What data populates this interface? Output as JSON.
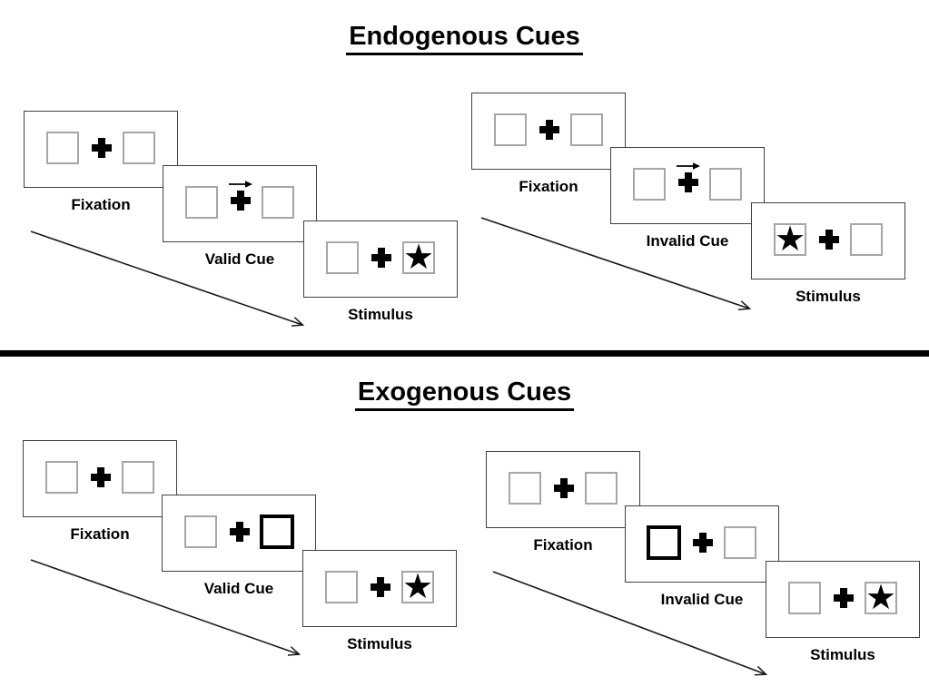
{
  "sections": [
    {
      "title": "Endogenous Cues"
    },
    {
      "title": "Exogenous Cues"
    }
  ],
  "groups": [
    {
      "name": "endogenous-valid",
      "cue_type": "central-arrow-right",
      "star_side": "right",
      "steps": [
        {
          "label": "Fixation"
        },
        {
          "label": "Valid Cue"
        },
        {
          "label": "Stimulus"
        }
      ]
    },
    {
      "name": "endogenous-invalid",
      "cue_type": "central-arrow-right",
      "star_side": "left",
      "steps": [
        {
          "label": "Fixation"
        },
        {
          "label": "Invalid Cue"
        },
        {
          "label": "Stimulus"
        }
      ]
    },
    {
      "name": "exogenous-valid",
      "cue_type": "peripheral-box-right",
      "star_side": "right",
      "steps": [
        {
          "label": "Fixation"
        },
        {
          "label": "Valid Cue"
        },
        {
          "label": "Stimulus"
        }
      ]
    },
    {
      "name": "exogenous-invalid",
      "cue_type": "peripheral-box-left",
      "star_side": "right",
      "steps": [
        {
          "label": "Fixation"
        },
        {
          "label": "Invalid Cue"
        },
        {
          "label": "Stimulus"
        }
      ]
    }
  ],
  "icons": {
    "star": "★"
  },
  "colors": {
    "ink": "#000000",
    "panel_border": "#404040",
    "square_border": "#a6a6a6",
    "cue_highlight": "#000000",
    "background": "#ffffff"
  }
}
